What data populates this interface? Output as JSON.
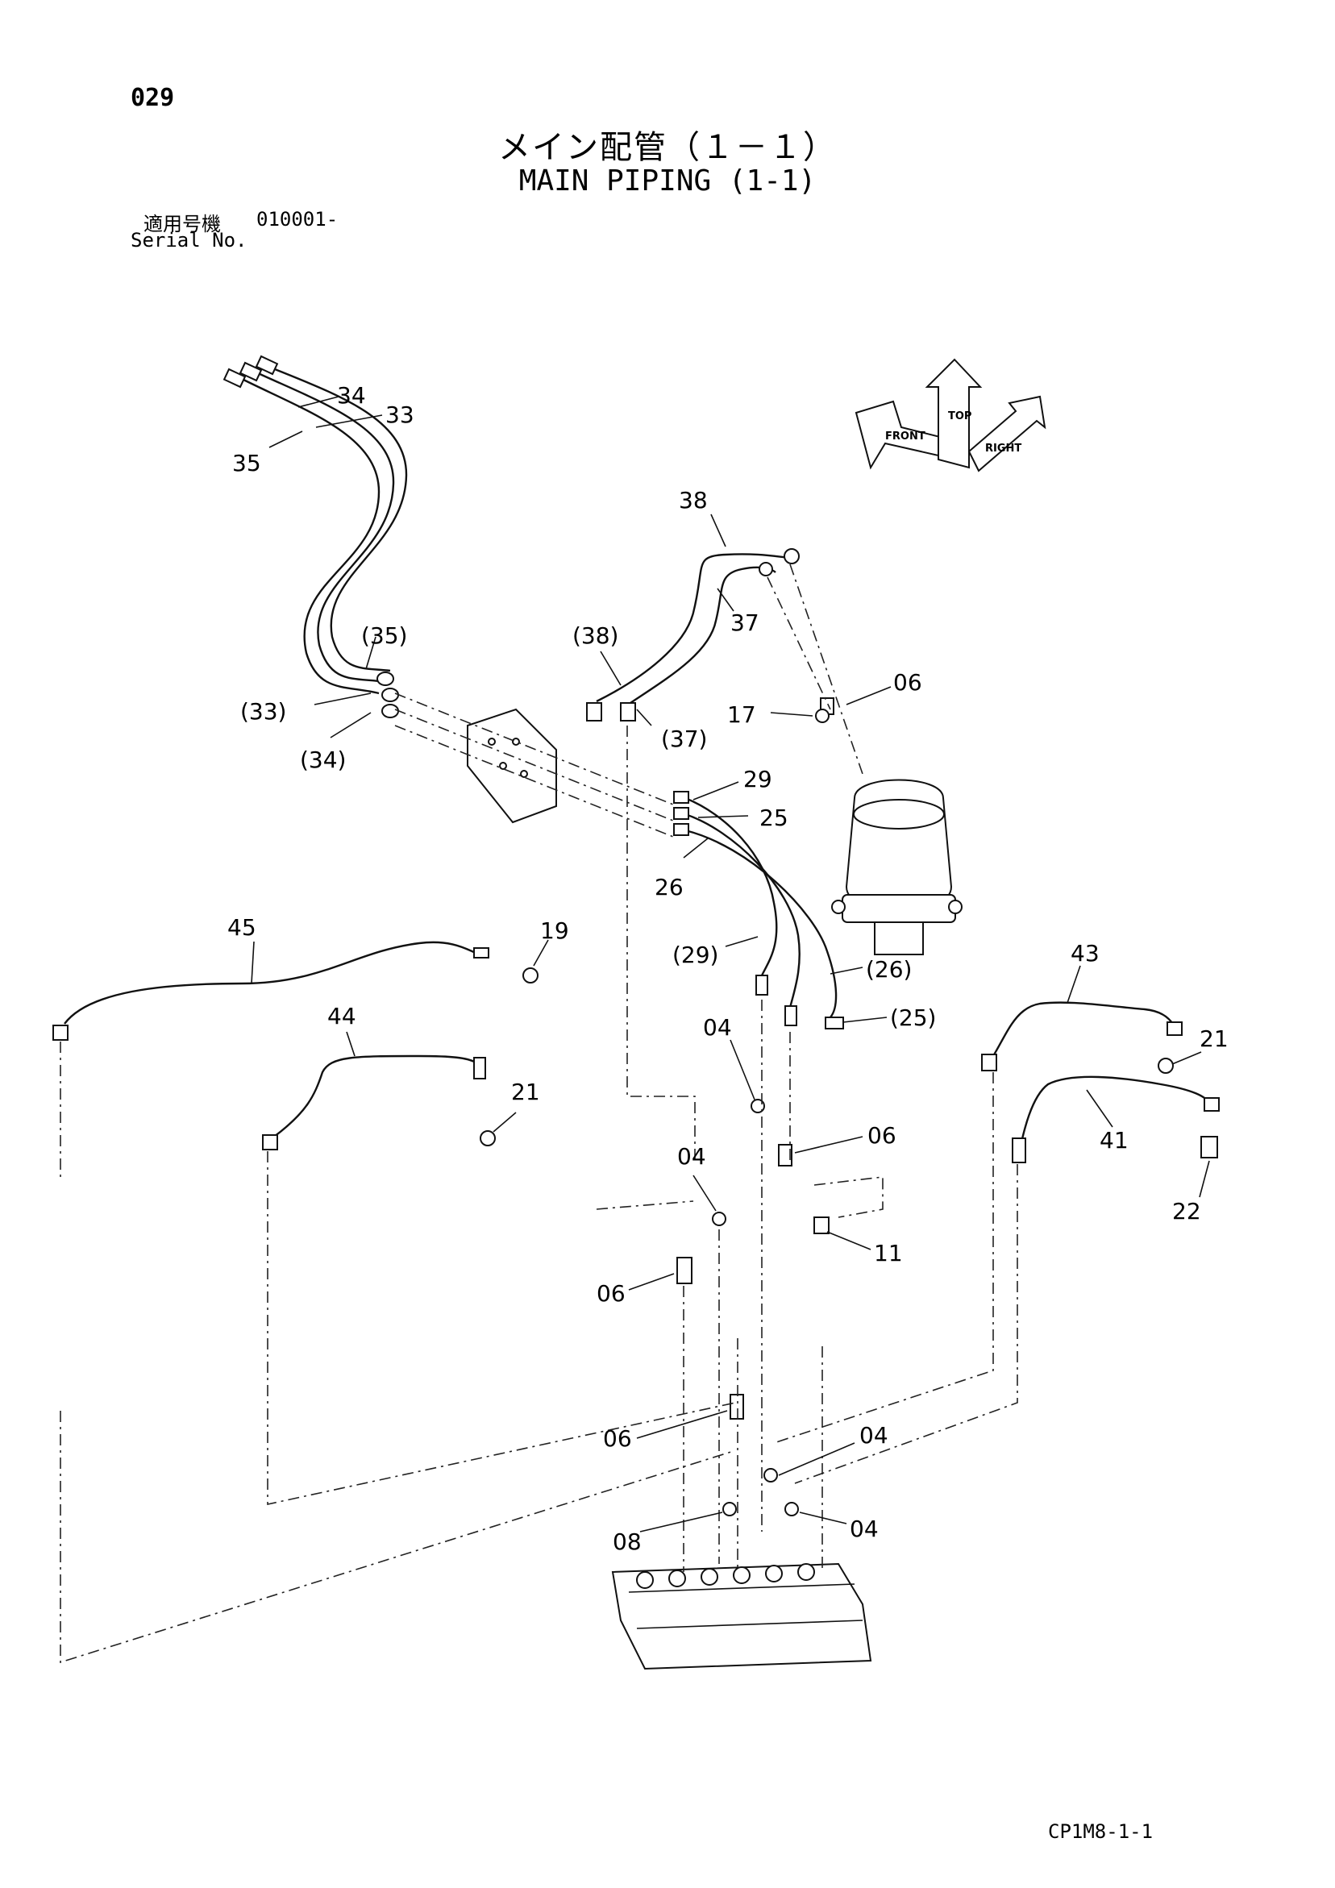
{
  "header": {
    "page_number": "029",
    "title_jp": "メイン配管（１－１）",
    "title_en": "MAIN PIPING (1-1)",
    "serial_label_jp": "適用号機",
    "serial_value": "010001-",
    "serial_label_en": "Serial No."
  },
  "compass": {
    "top": "TOP",
    "front": "FRONT",
    "right": "RIGHT"
  },
  "callouts": [
    {
      "id": "c34",
      "text": "34"
    },
    {
      "id": "c33",
      "text": "33"
    },
    {
      "id": "c35",
      "text": "35"
    },
    {
      "id": "c38",
      "text": "38"
    },
    {
      "id": "c37",
      "text": "37"
    },
    {
      "id": "c35p",
      "text": "(35)"
    },
    {
      "id": "c38p",
      "text": "(38)"
    },
    {
      "id": "c33p",
      "text": "(33)"
    },
    {
      "id": "c34p",
      "text": "(34)"
    },
    {
      "id": "c37p",
      "text": "(37)"
    },
    {
      "id": "c17",
      "text": "17"
    },
    {
      "id": "c06a",
      "text": "06"
    },
    {
      "id": "c29",
      "text": "29"
    },
    {
      "id": "c25",
      "text": "25"
    },
    {
      "id": "c26",
      "text": "26"
    },
    {
      "id": "c45",
      "text": "45"
    },
    {
      "id": "c19",
      "text": "19"
    },
    {
      "id": "c29p",
      "text": "(29)"
    },
    {
      "id": "c26p",
      "text": "(26)"
    },
    {
      "id": "c25p",
      "text": "(25)"
    },
    {
      "id": "c43",
      "text": "43"
    },
    {
      "id": "c44",
      "text": "44"
    },
    {
      "id": "c04a",
      "text": "04"
    },
    {
      "id": "c21a",
      "text": "21"
    },
    {
      "id": "c21b",
      "text": "21"
    },
    {
      "id": "c41",
      "text": "41"
    },
    {
      "id": "c06b",
      "text": "06"
    },
    {
      "id": "c04b",
      "text": "04"
    },
    {
      "id": "c22",
      "text": "22"
    },
    {
      "id": "c11",
      "text": "11"
    },
    {
      "id": "c06c",
      "text": "06"
    },
    {
      "id": "c06d",
      "text": "06"
    },
    {
      "id": "c04c",
      "text": "04"
    },
    {
      "id": "c08",
      "text": "08"
    },
    {
      "id": "c04d",
      "text": "04"
    }
  ],
  "footer": {
    "drawing_code": "CP1M8-1-1"
  }
}
